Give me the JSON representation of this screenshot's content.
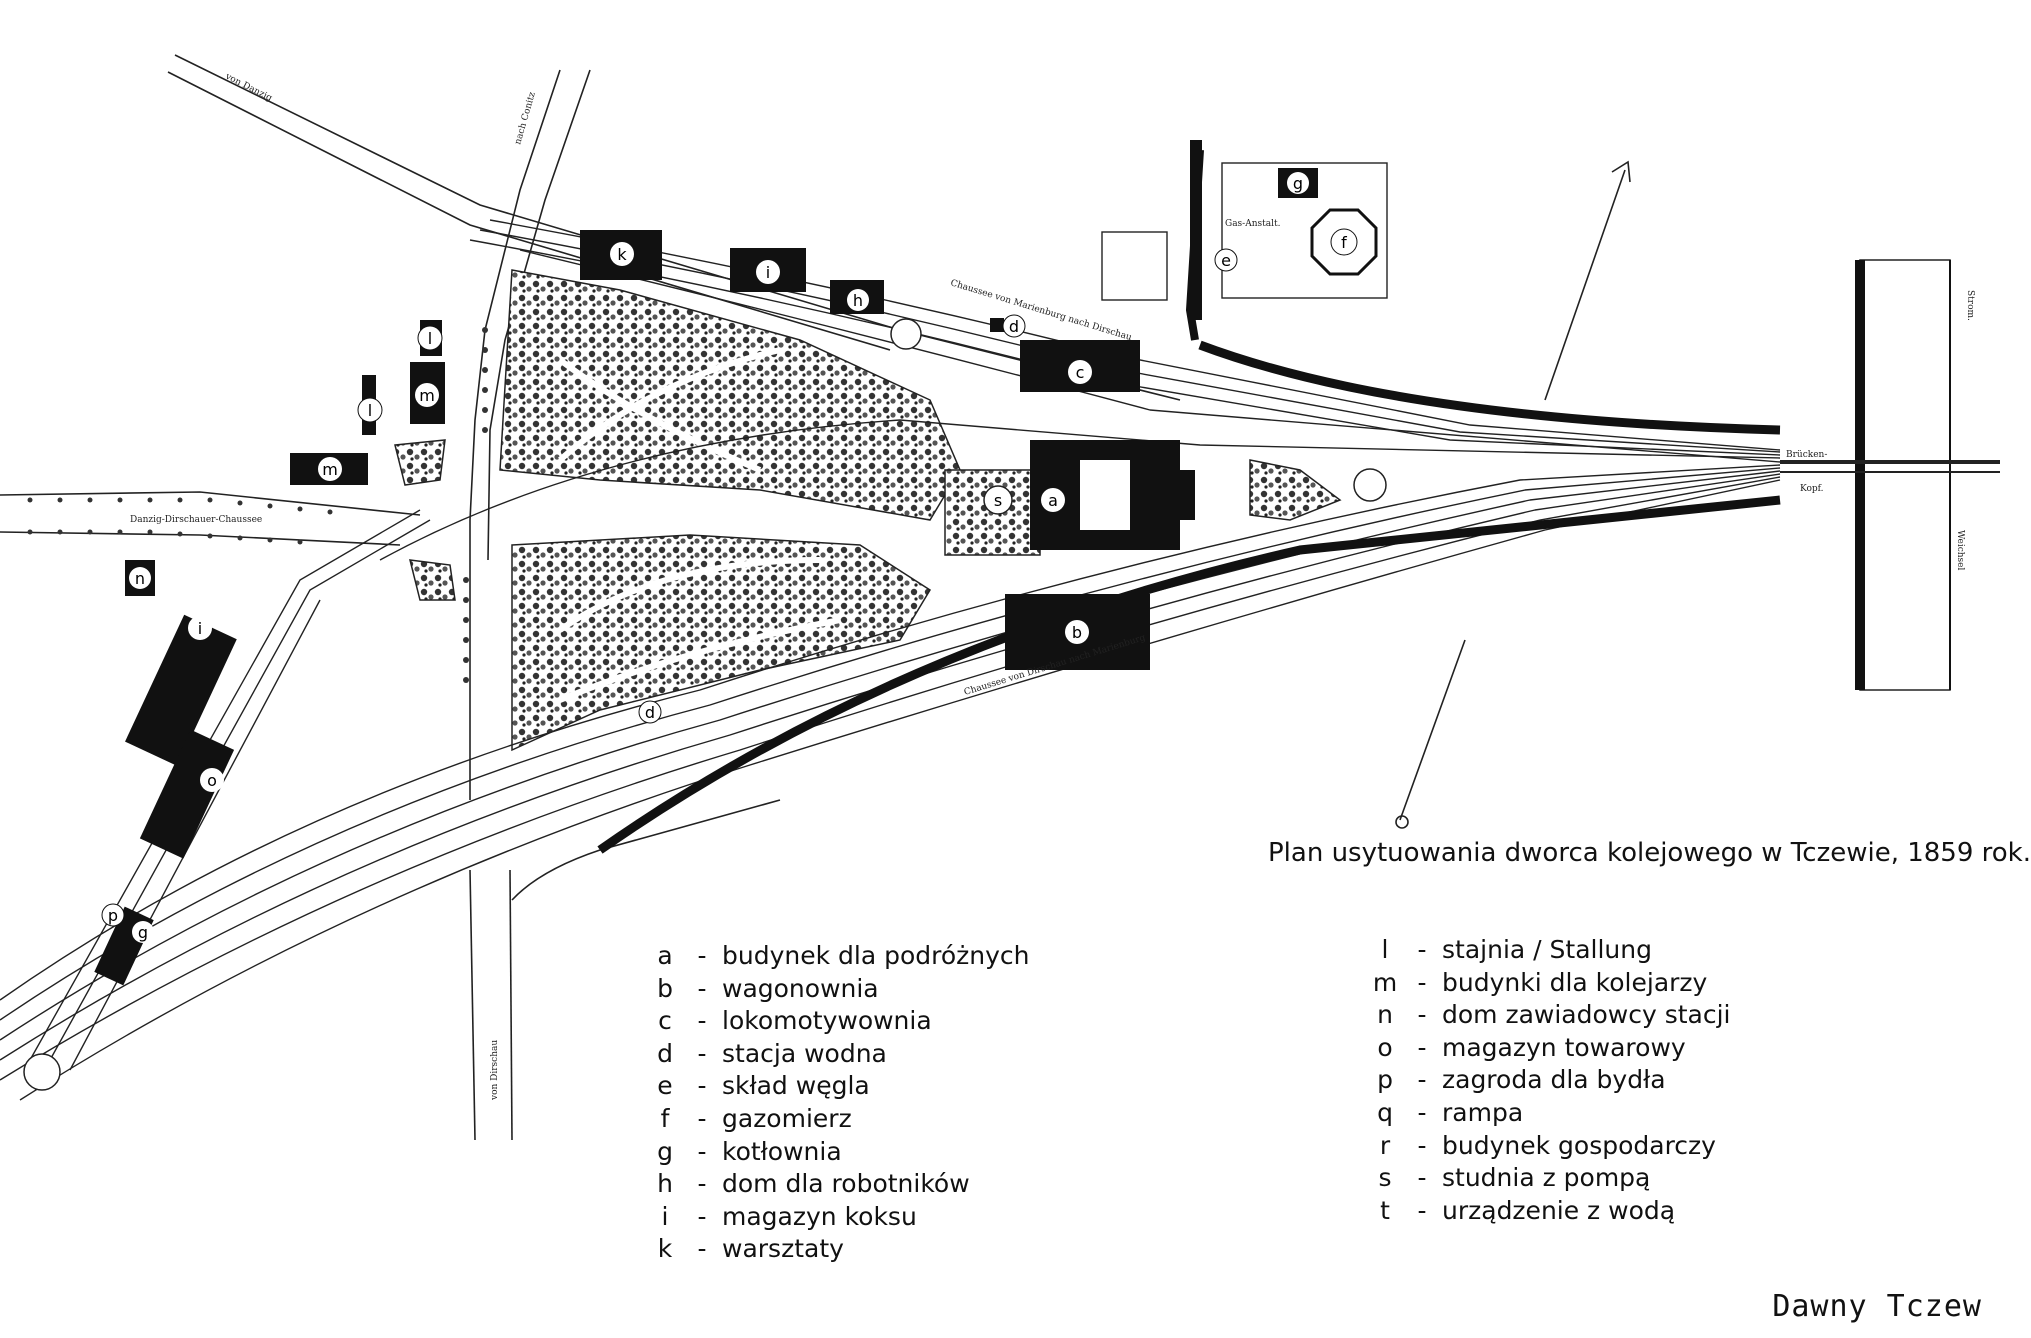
{
  "caption": "Plan usytuowania dworca kolejowego w Tczewie, 1859 rok.",
  "watermark": "Dawny Tczew",
  "map_labels": {
    "von_danzig": "von Danzig",
    "nach_conitz": "nach Conitz",
    "chaussee_top": "Chaussee von Marienburg nach Dirschau",
    "gas_anstalt": "Gas-Anstalt.",
    "danzig_chaussee": "Danzig-Dirschauer-Chaussee",
    "chaussee_bottom": "Chaussee von Dirschau nach Marienburg",
    "von_dirschau": "von Dirschau",
    "bruecken": "Brücken-",
    "kopf": "Kopf.",
    "strom": "Strom.",
    "weichsel": "Weichsel"
  },
  "markers": {
    "a": "a",
    "b": "b",
    "c": "c",
    "d": "d",
    "e": "e",
    "f": "f",
    "g": "g",
    "h": "h",
    "i": "i",
    "k": "k",
    "l": "l",
    "m": "m",
    "n": "n",
    "o": "o",
    "p": "p",
    "s": "s"
  },
  "legend_left": [
    {
      "key": "a",
      "text": "budynek dla podróżnych"
    },
    {
      "key": "b",
      "text": "wagonownia"
    },
    {
      "key": "c",
      "text": "lokomotywownia"
    },
    {
      "key": "d",
      "text": "stacja wodna"
    },
    {
      "key": "e",
      "text": "skład węgla"
    },
    {
      "key": "f",
      "text": "gazomierz"
    },
    {
      "key": "g",
      "text": "kotłownia"
    },
    {
      "key": "h",
      "text": "dom dla robotników"
    },
    {
      "key": "i",
      "text": "magazyn koksu"
    },
    {
      "key": "k",
      "text": "warsztaty"
    }
  ],
  "legend_right": [
    {
      "key": "l",
      "text": "stajnia / Stallung"
    },
    {
      "key": "m",
      "text": "budynki dla kolejarzy"
    },
    {
      "key": "n",
      "text": "dom zawiadowcy stacji"
    },
    {
      "key": "o",
      "text": "magazyn towarowy"
    },
    {
      "key": "p",
      "text": "zagroda dla bydła"
    },
    {
      "key": "q",
      "text": "rampa"
    },
    {
      "key": "r",
      "text": "budynek gospodarczy"
    },
    {
      "key": "s",
      "text": "studnia z pompą"
    },
    {
      "key": "t",
      "text": "urządzenie z wodą"
    }
  ]
}
